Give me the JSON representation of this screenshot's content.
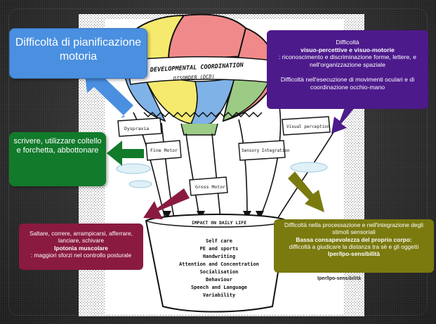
{
  "diagram": {
    "title_line1": "DEVELOPMENTAL COORDINATION",
    "title_line2": "DISORDER (DCD)",
    "components": {
      "dyspraxia": "Dyspraxia",
      "visual_perception": "Visual perception",
      "fine_motor": "Fine Motor",
      "sensory_integration": "Sensory Integration",
      "gross_motor": "Gross Motor"
    },
    "basket_title": "IMPACT ON DAILY LIFE",
    "impacts": [
      "Self care",
      "PE and sports",
      "Handwriting",
      "Attention and Concentration",
      "Socialisation",
      "Behaviour",
      "Speech and Language",
      "Variability"
    ],
    "stray_text": "Iper/Ipo-sensibilità"
  },
  "callouts": {
    "planning": "Difficoltà di pianificazione motoria",
    "visual": {
      "p1_pre": "Difficoltà ",
      "p1_bold": "visuo-percettive e visuo-motorie",
      "p1_post": ": riconoscimento e discriminazione forme, lettere, e nell'organizzazione spaziale",
      "p2": "Difficoltà nell'esecuzione di movimenti oculari e di coordinazione occhio-mano"
    },
    "fine": "scrivere, utilizzare coltello e forchetta, abbottonare",
    "gross": {
      "line1": "Saltare, correre, arrampicarsi, afferrare, lanciare, schivare",
      "bold": "Ipotonia muscolare",
      "post": ": maggiori sforzi nel controllo posturale"
    },
    "sensory": {
      "line1": "Difficoltà nella processazione e nell'integrazione degli stimoli sensoriali",
      "bold": "Bassa consapevolezza del proprio corpo:",
      "line3": "difficoltà a giudicare la distanza tra sè e gli oggetti",
      "bold2": "Iper/Ipo-sensibilità"
    }
  },
  "colors": {
    "blue": "#4a8fe0",
    "purple": "#4d1a8c",
    "green": "#127a2b",
    "maroon": "#8a1a40",
    "olive": "#7a7a0f",
    "balloon_yellow": "#f5ea6e",
    "balloon_pink": "#f08a8a",
    "balloon_blue": "#7fb2e6",
    "balloon_green": "#9ccb85"
  }
}
